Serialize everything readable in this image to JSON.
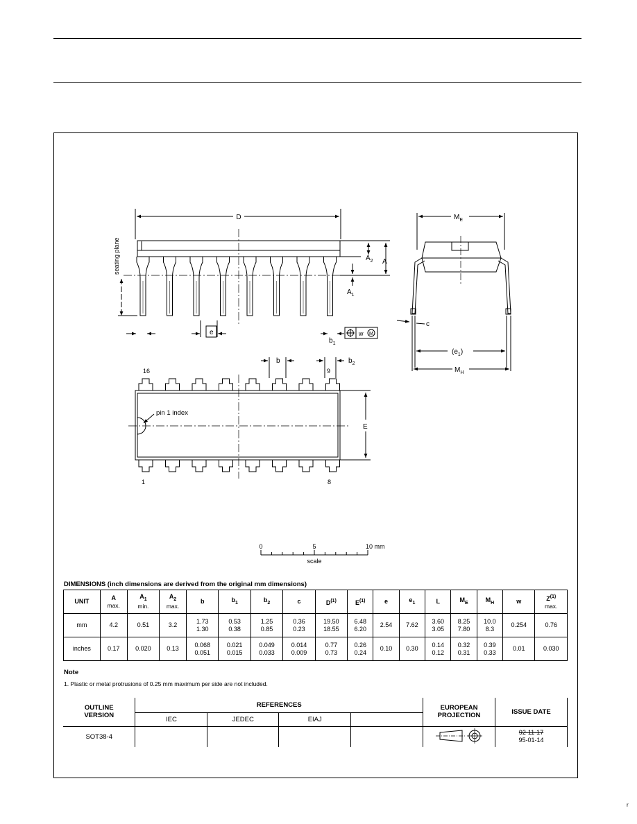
{
  "drawing": {
    "top_view": {
      "label_D": "D",
      "label_A2": "A",
      "label_A2_sub": "2",
      "label_A": "A",
      "label_A1": "A",
      "label_A1_sub": "1",
      "label_seating_plane": "seating plane",
      "label_e": "e",
      "label_b1": "b",
      "label_b1_sub": "1",
      "label_w": "w",
      "label_M": "M"
    },
    "side_view": {
      "label_ME": "M",
      "label_ME_sub": "E",
      "label_c": "c",
      "label_e1": "(e",
      "label_e1_sub": "1",
      "label_e1_close": ")",
      "label_MH": "M",
      "label_MH_sub": "H"
    },
    "plan_view": {
      "label_b": "b",
      "label_b2": "b",
      "label_b2_sub": "2",
      "pin_16": "16",
      "pin_9": "9",
      "pin_1": "1",
      "pin_8": "8",
      "label_pin1_index": "pin 1 index",
      "label_E": "E"
    },
    "scale": {
      "tick_0": "0",
      "tick_5": "5",
      "tick_10": "10 mm",
      "label": "scale"
    }
  },
  "dimensions": {
    "heading": "DIMENSIONS (inch dimensions are derived from the original mm dimensions)",
    "headers": {
      "unit": "UNIT",
      "A": "A",
      "A_sub": "max.",
      "A1": "A",
      "A1_sup": "1",
      "A1_sub": "min.",
      "A2": "A",
      "A2_sup": "2",
      "A2_sub": "max.",
      "b": "b",
      "b1": "b",
      "b1_sub": "1",
      "b2": "b",
      "b2_sub": "2",
      "c": "c",
      "D": "D",
      "D_sup": "(1)",
      "E": "E",
      "E_sup": "(1)",
      "e": "e",
      "e1": "e",
      "e1_sub": "1",
      "L": "L",
      "ME": "M",
      "ME_sub": "E",
      "MH": "M",
      "MH_sub": "H",
      "w": "w",
      "Z": "Z",
      "Z_sup": "(1)",
      "Z_sub": "max."
    },
    "rows": [
      {
        "unit": "mm",
        "A": "4.2",
        "A1": "0.51",
        "A2": "3.2",
        "b": [
          "1.73",
          "1.30"
        ],
        "b1": [
          "0.53",
          "0.38"
        ],
        "b2": [
          "1.25",
          "0.85"
        ],
        "c": [
          "0.36",
          "0.23"
        ],
        "D": [
          "19.50",
          "18.55"
        ],
        "E": [
          "6.48",
          "6.20"
        ],
        "e": "2.54",
        "e1": "7.62",
        "L": [
          "3.60",
          "3.05"
        ],
        "ME": [
          "8.25",
          "7.80"
        ],
        "MH": [
          "10.0",
          "8.3"
        ],
        "w": "0.254",
        "Z": "0.76"
      },
      {
        "unit": "inches",
        "A": "0.17",
        "A1": "0.020",
        "A2": "0.13",
        "b": [
          "0.068",
          "0.051"
        ],
        "b1": [
          "0.021",
          "0.015"
        ],
        "b2": [
          "0.049",
          "0.033"
        ],
        "c": [
          "0.014",
          "0.009"
        ],
        "D": [
          "0.77",
          "0.73"
        ],
        "E": [
          "0.26",
          "0.24"
        ],
        "e": "0.10",
        "e1": "0.30",
        "L": [
          "0.14",
          "0.12"
        ],
        "ME": [
          "0.32",
          "0.31"
        ],
        "MH": [
          "0.39",
          "0.33"
        ],
        "w": "0.01",
        "Z": "0.030"
      }
    ]
  },
  "note": {
    "title": "Note",
    "items": [
      "1. Plastic or metal protrusions of 0.25 mm maximum per side are not included."
    ]
  },
  "outline": {
    "outline_version_line1": "OUTLINE",
    "outline_version_line2": "VERSION",
    "references": "REFERENCES",
    "iec": "IEC",
    "jedec": "JEDEC",
    "eiaj": "EIAJ",
    "european_line1": "EUROPEAN",
    "european_line2": "PROJECTION",
    "issue_date": "ISSUE DATE",
    "version_value": "SOT38-4",
    "iec_value": "",
    "jedec_value": "",
    "eiaj_value": "",
    "date_old": "92-11-17",
    "date_new": "95-01-14"
  },
  "corner_mark": "r"
}
